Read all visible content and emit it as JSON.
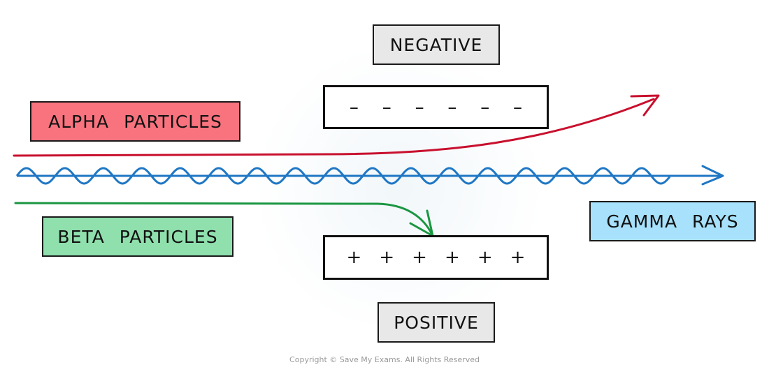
{
  "diagram": {
    "title": "Deflection of alpha, beta and gamma radiation in an electric field",
    "labels": {
      "negative": "NEGATIVE",
      "positive": "POSITIVE",
      "alpha": "ALPHA PARTICLES",
      "beta": "BETA PARTICLES",
      "gamma": "GAMMA RAYS"
    },
    "negative_plate": {
      "charges": [
        "–",
        "–",
        "–",
        "–",
        "–",
        "–"
      ]
    },
    "positive_plate": {
      "charges": [
        "+",
        "+",
        "+",
        "+",
        "+",
        "+"
      ]
    },
    "paths": {
      "alpha": {
        "deflection": "toward negative plate",
        "color": "#c8102e"
      },
      "beta": {
        "deflection": "toward positive plate",
        "color": "#1a9641"
      },
      "gamma": {
        "deflection": "undeflected",
        "color": "#1f77c4"
      }
    },
    "colors": {
      "alpha_box": "#f9737f",
      "beta_box": "#8fe0ad",
      "gamma_box": "#a7e1fb",
      "plate_label_box": "#e8e8e8"
    },
    "copyright": "Copyright © Save My Exams. All Rights Reserved"
  }
}
